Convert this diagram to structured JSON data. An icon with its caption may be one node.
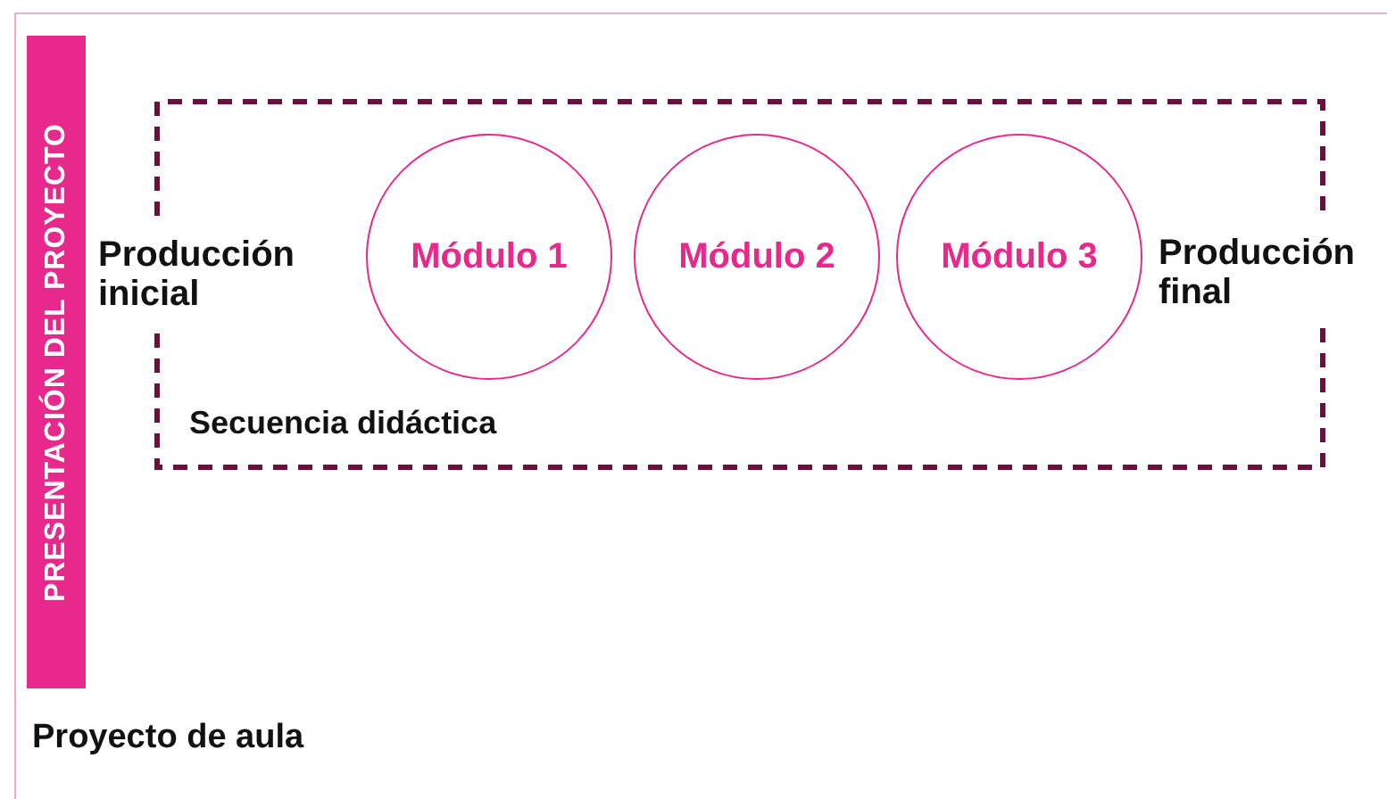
{
  "diagram": {
    "nodes": [
      {
        "text": [
          "Proyecto de aula"
        ]
      },
      {
        "text": [
          "PRESENTACIÓN DEL PROYECTO"
        ],
        "in": 0
      },
      {
        "text": [
          "Secuencia didáctica"
        ],
        "in": 0
      },
      {
        "text": [
          "Módulo 1"
        ],
        "in": 2
      },
      {
        "text": [
          "Módulo 2"
        ],
        "in": 2
      },
      {
        "text": [
          "Módulo 3"
        ],
        "in": 2
      }
    ],
    "labels": [
      "Producción inicial",
      "Producción final"
    ]
  }
}
